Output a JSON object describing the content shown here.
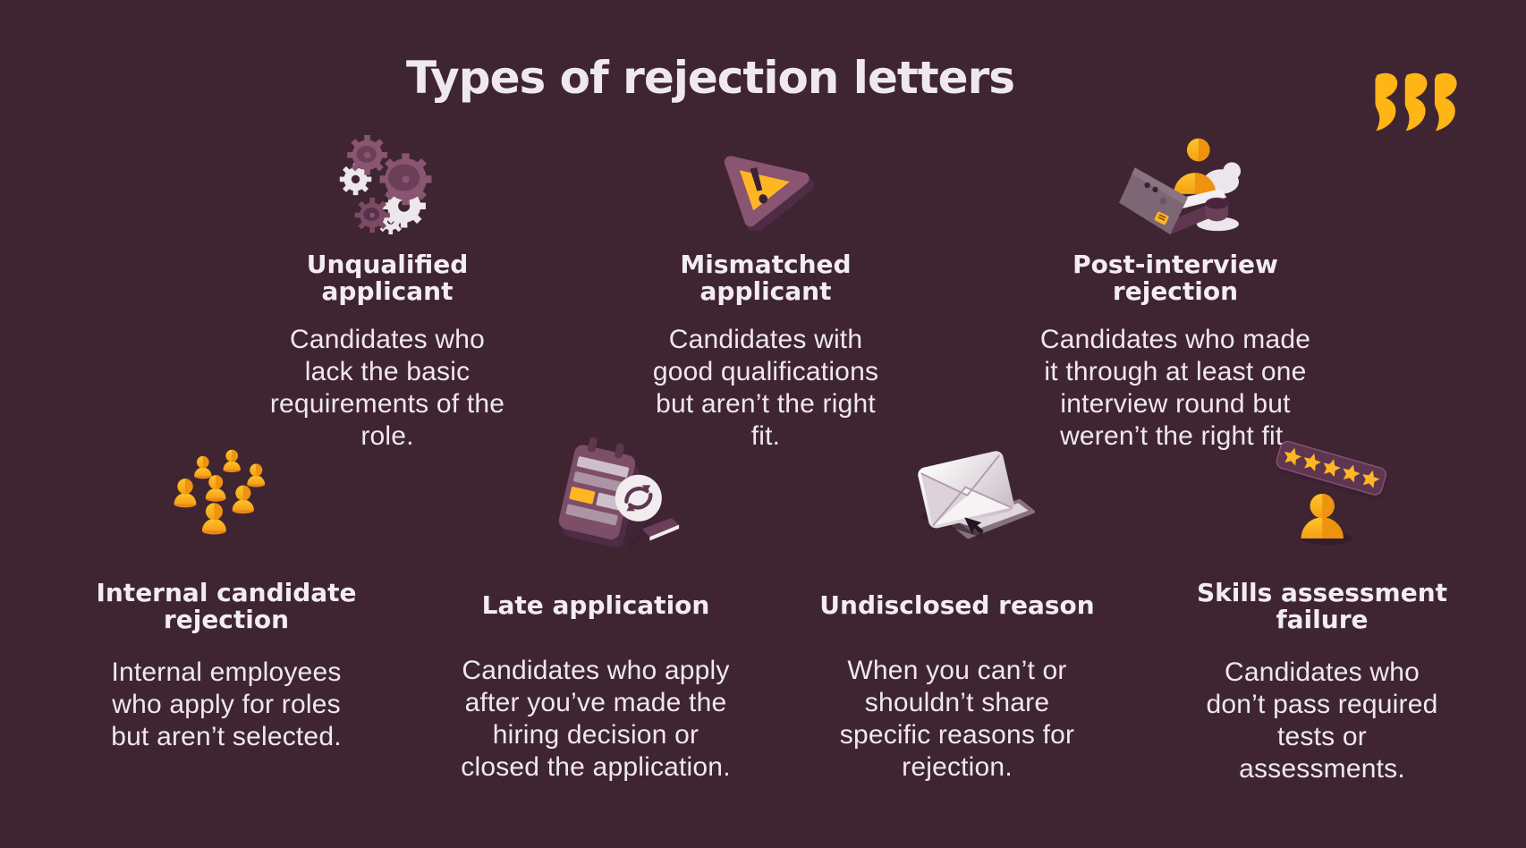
{
  "page": {
    "title": "Types of rejection letters",
    "background_color": "#3F2532",
    "text_color": "#F2ECEF",
    "accent_yellow": "#FFB515",
    "accent_orange": "#ED930F",
    "icon_purple": "#8A5570"
  },
  "logo": {
    "name": "three-wave-marks",
    "color": "#FFB515"
  },
  "cards": [
    {
      "icon": "gears-icon",
      "title": "Unqualified\napplicant",
      "description": "Candidates who\nlack the basic\nrequirements of the\nrole."
    },
    {
      "icon": "warning-triangle-icon",
      "title": "Mismatched\napplicant",
      "description": "Candidates with\ngood qualifications\nbut aren’t the right\nfit."
    },
    {
      "icon": "interview-laptop-icon",
      "title": "Post-interview\nrejection",
      "description": "Candidates who made\nit through at least one\ninterview round but\nweren’t the right fit."
    },
    {
      "icon": "crowd-icon",
      "title": "Internal candidate\nrejection",
      "description": "Internal employees\nwho apply for roles\nbut aren’t selected."
    },
    {
      "icon": "calendar-search-icon",
      "title": "Late application",
      "description": "Candidates who apply\nafter you’ve made the\nhiring decision or\nclosed the application."
    },
    {
      "icon": "envelope-cursor-icon",
      "title": "Undisclosed reason",
      "description": "When you can’t or\nshouldn’t share\nspecific reasons for\nrejection."
    },
    {
      "icon": "star-rating-person-icon",
      "title": "Skills assessment\nfailure",
      "description": "Candidates who\ndon’t pass required\ntests or\nassessments."
    }
  ]
}
